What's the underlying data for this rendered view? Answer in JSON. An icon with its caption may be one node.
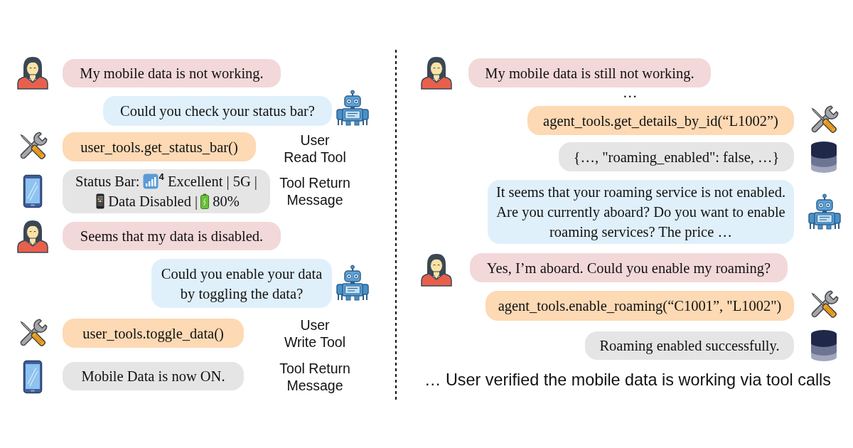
{
  "diagram": {
    "nodes": [
      {
        "text": [
          "My mobile data is not working."
        ]
      },
      {
        "text": [
          "Could you check your status bar?"
        ]
      },
      {
        "text": [
          "user_tools.get_status_bar()"
        ]
      },
      {
        "text": [
          "Status Bar:",
          "$^{4}$ Excellent | 5G |",
          "Data Disabled |",
          "80%"
        ],
        "beside": [
          "Tool Return Message"
        ]
      },
      {
        "text": [
          "Seems that my data is disabled."
        ]
      },
      {
        "text": [
          "Could you enable your data by toggling the data?"
        ]
      },
      {
        "text": [
          "user_tools.toggle_data()"
        ]
      },
      {
        "text": [
          "Mobile Data is now ON."
        ],
        "beside": [
          "Tool Return Message"
        ]
      },
      {
        "text": [
          "My mobile data is still not working."
        ]
      },
      {
        "text": [
          "agent_tools.get_details_by_id(“L1002”)"
        ]
      },
      {
        "text": [
          "{…, \"roaming_enabled\": false, …}"
        ]
      },
      {
        "text": [
          "It seems that your roaming service is not enabled. Are you currently aboard? Do you want to enable roaming services? The price …"
        ]
      },
      {
        "text": [
          "Yes, I’m aboard. Could you enable my roaming?"
        ]
      },
      {
        "text": [
          "agent_tools.enable_roaming(“C1001”, \"L1002\")"
        ]
      },
      {
        "text": [
          "Roaming enabled successfully."
        ]
      }
    ],
    "labels": [
      "User Read Tool",
      "User Write Tool",
      "…",
      "… User verified the mobile data is working via tool calls"
    ]
  }
}
